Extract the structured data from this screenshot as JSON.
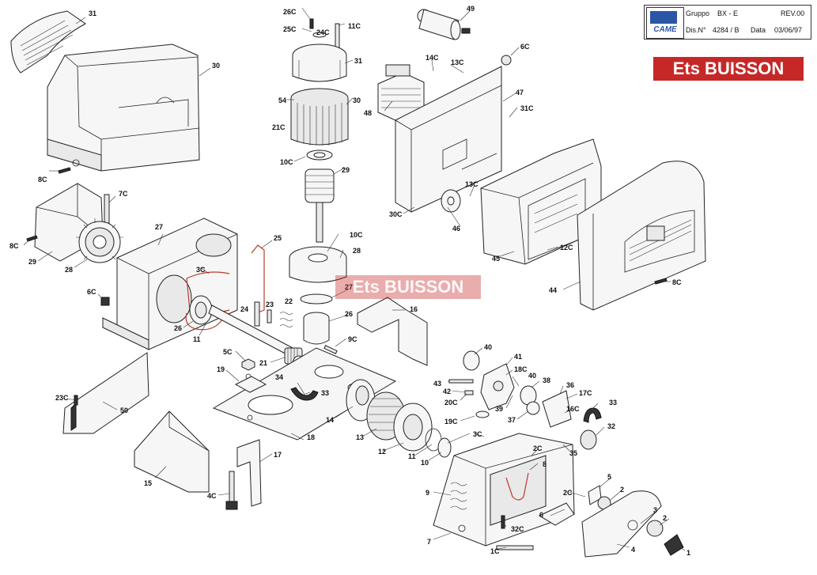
{
  "title_block": {
    "logo_text": "CAME",
    "gruppo_label": "Gruppo",
    "gruppo_value": "BX - E",
    "rev_label": "REV.00",
    "dis_label": "Dis.N°",
    "dis_value": "4284 / B",
    "data_label": "Data",
    "data_value": "03/06/97"
  },
  "brand": "Ets BUISSON",
  "watermark": "Ets BUISSON",
  "labels": {
    "l31a": "31",
    "l30a": "30",
    "l8c_a": "8C",
    "l7c": "7C",
    "l8c_b": "8C",
    "l29a": "29",
    "l28a": "28",
    "l27": "27",
    "l3c_a": "3C",
    "l6c_a": "6C",
    "l26a": "26",
    "l11a": "11",
    "l25": "25",
    "l24": "24",
    "l23": "23",
    "l22": "22",
    "l26c": "26C",
    "l25c": "25C",
    "l24c": "24C",
    "l11c": "11C",
    "l31b": "31",
    "l54": "54",
    "l30b": "30",
    "l21c": "21C",
    "l10c_a": "10C",
    "l29b": "29",
    "l10c_b": "10C",
    "l28b": "28",
    "l27b": "27",
    "l26b": "26",
    "l9c": "9C",
    "l16": "16",
    "l5c": "5C",
    "l19": "19",
    "l21": "21",
    "l34": "34",
    "l33a": "33",
    "l23c": "23C",
    "l50": "50",
    "l18": "18",
    "l14": "14",
    "l13": "13",
    "l12": "12",
    "l15": "15",
    "l17": "17",
    "l4c": "4C",
    "l11b": "11",
    "l10": "10",
    "l3c_b": "3C",
    "l49": "49",
    "l14c": "14C",
    "l13c_a": "13C",
    "l6c_b": "6C",
    "l48": "48",
    "l47": "47",
    "l31c": "31C",
    "l13c_b": "13C",
    "l30c": "30C",
    "l46": "46",
    "l45": "45",
    "l12c": "12C",
    "l44": "44",
    "l8c_c": "8C",
    "l40a": "40",
    "l41": "41",
    "l18c": "18C",
    "l43": "43",
    "l42": "42",
    "l40b": "40",
    "l38": "38",
    "l20c": "20C",
    "l39": "39",
    "l19c": "19C",
    "l37": "37",
    "l36": "36",
    "l17c": "17C",
    "l16c": "16C",
    "l33b": "33",
    "l32": "32",
    "l35": "35",
    "l2c": "2C",
    "l8": "8",
    "l9": "9",
    "l5": "5",
    "l2a": "2",
    "l3": "3",
    "l2b": "2",
    "l6": "6",
    "l32c": "32C",
    "l7": "7",
    "l4": "4",
    "l1c": "1C",
    "l1": "1"
  }
}
